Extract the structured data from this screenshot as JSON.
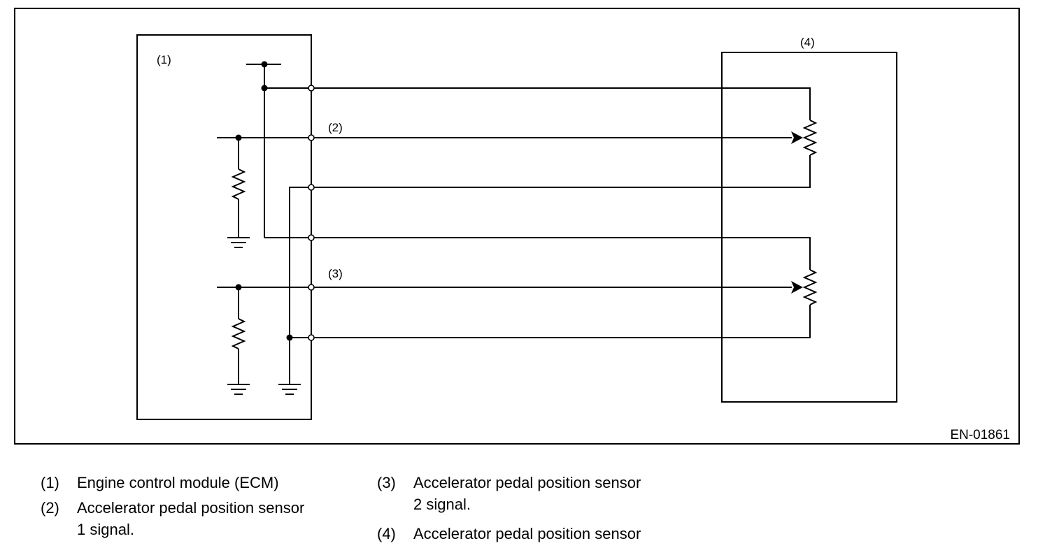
{
  "diagram": {
    "labels": {
      "ecm": "(1)",
      "signal1": "(2)",
      "signal2": "(3)",
      "sensor": "(4)"
    },
    "figure_code": "EN-01861"
  },
  "legend": [
    {
      "num": "(1)",
      "text": "Engine control module (ECM)"
    },
    {
      "num": "(2)",
      "text": "Accelerator pedal position sensor\n1 signal."
    },
    {
      "num": "(3)",
      "text": "Accelerator pedal position sensor\n2 signal."
    },
    {
      "num": "(4)",
      "text": "Accelerator pedal position sensor"
    }
  ]
}
